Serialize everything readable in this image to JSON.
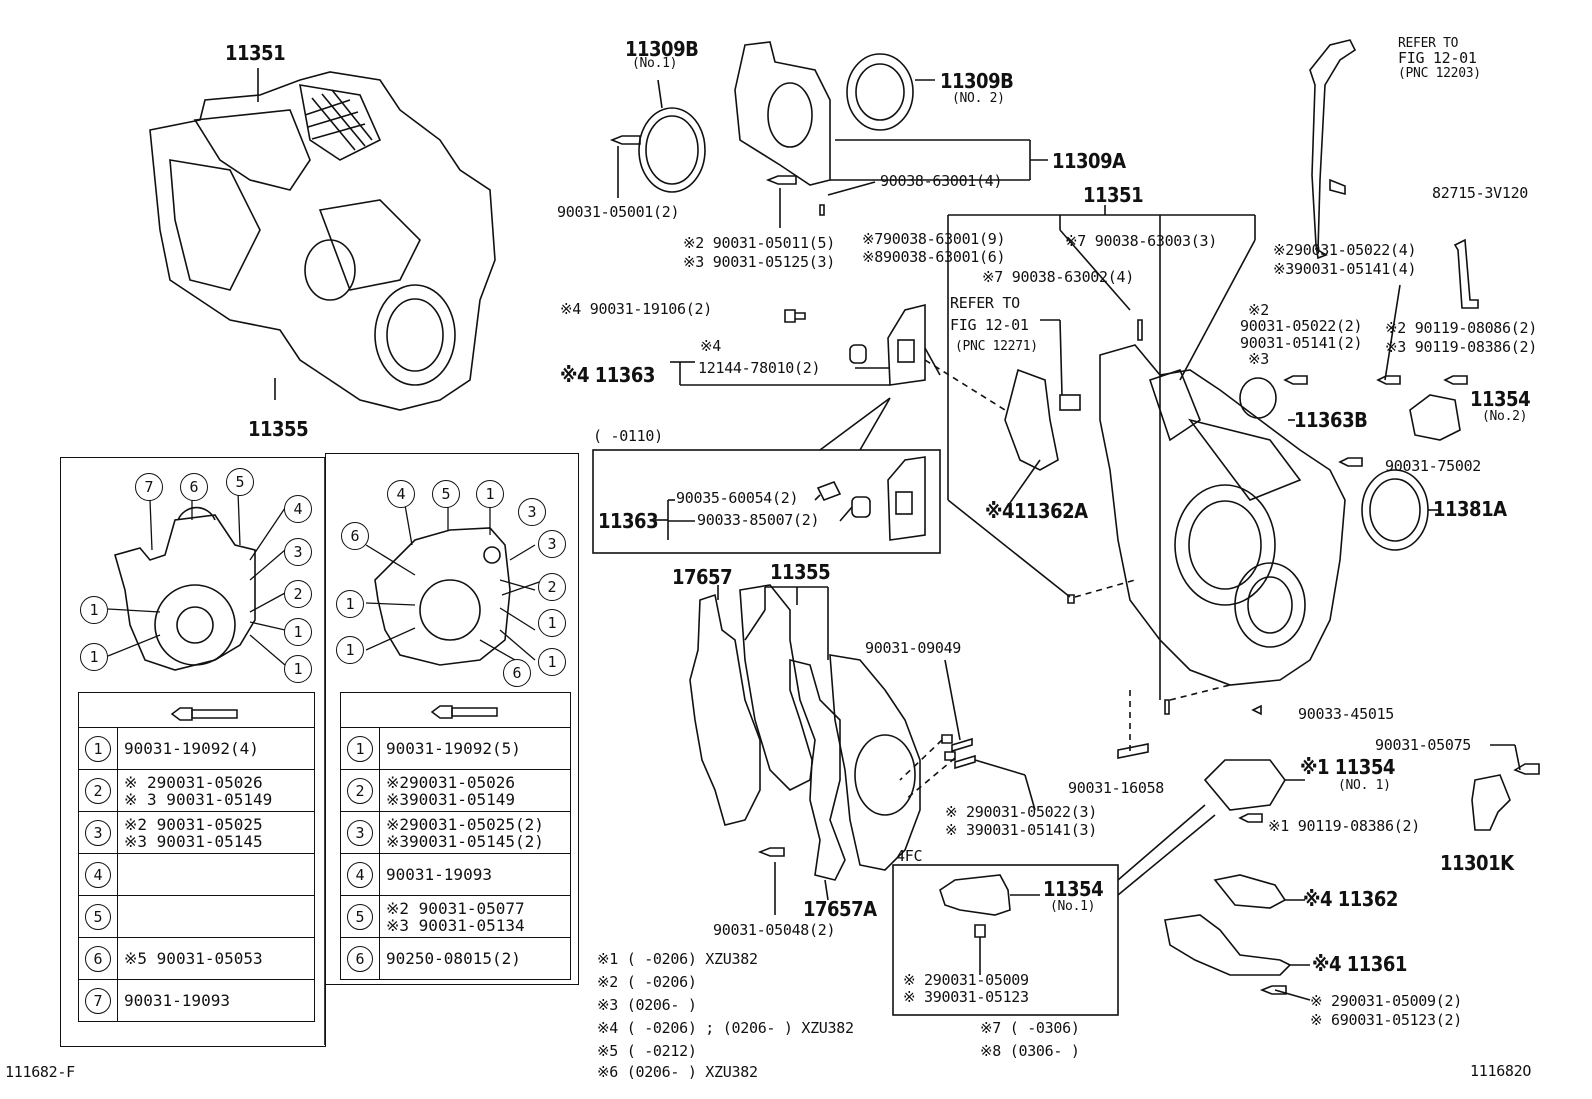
{
  "diagram_id_left": "111682-F",
  "diagram_id_right": "111682O",
  "labels": {
    "p11351_top": "11351",
    "p11355_top": "11355",
    "p11309B_a": "11309B",
    "p11309B_a_sub": "(No.1)",
    "p11309B_b": "11309B",
    "p11309B_b_sub": "(NO. 2)",
    "p11309A": "11309A",
    "b90038_63001_4": "90038-63001(4)",
    "b90031_05001": "90031-05001(2)",
    "b05011": "※2 90031-05011(5)",
    "b05125": "※3 90031-05125(3)",
    "p11351_mid": "11351",
    "b63001_9": "※790038-63001(9)",
    "b63001_6": "※890038-63001(6)",
    "b63003": "※7 90038-63003(3)",
    "b63002": "※7 90038-63002(4)",
    "refer_top_1": "REFER TO",
    "refer_top_2": "FIG 12-01",
    "refer_top_3": "(PNC 12203)",
    "p82715": "82715-3V120",
    "b05022_4": "※290031-05022(4)",
    "b05141_4": "※390031-05141(4)",
    "b19106": "※4  90031-19106(2)",
    "refer_mid_1": "REFER TO",
    "refer_mid_2": "FIG 12-01",
    "refer_mid_3": "(PNC 12271)",
    "m4_a": "※4",
    "p11363_a": "※4 11363",
    "p12144": "12144-78010(2)",
    "r_m2": "※2",
    "r_05022_2": "90031-05022(2)",
    "r_05141_2": "90031-05141(2)",
    "r_m3": "※3",
    "r_08086": "※2  90119-08086(2)",
    "r_08386": "※3  90119-08386(2)",
    "p11354_no2": "11354",
    "p11354_no2_sub": "(No.2)",
    "p11363B": "11363B",
    "range_0110": "(        -0110)",
    "p11363_b": "11363",
    "p90035": "90035-60054(2)",
    "p90033_85007": "90033-85007(2)",
    "b75002": "90031-75002",
    "p11381A": "11381A",
    "p11362A": "※411362A",
    "p17657": "17657",
    "p11355_mid": "11355",
    "b09049": "90031-09049",
    "b45015": "90033-45015",
    "b16058": "90031-16058",
    "b05075": "90031-05075",
    "p11354_no1": "※1  11354",
    "p11354_no1_sub": "(NO. 1)",
    "b08386_2": "※1  90119-08386(2)",
    "p11301K": "11301K",
    "b05022_3": "※ 290031-05022(3)",
    "b05141_3": "※ 390031-05141(3)",
    "p17657A": "17657A",
    "b05048": "90031-05048(2)",
    "fc_label": "4FC",
    "p11354_fc": "11354",
    "p11354_fc_sub": "(No.1)",
    "fc_05009": "※ 290031-05009",
    "fc_05123": "※ 390031-05123",
    "p11362": "※4 11362",
    "p11361": "※4  11361",
    "r_05009_2": "※ 290031-05009(2)",
    "r_05123_2": "※ 690031-05123(2)"
  },
  "notes": [
    "※1 (       -0206) XZU382",
    "※2 (       -0206)",
    "※3 (0206-       )",
    "※4 (       -0206) ; (0206-       ) XZU382",
    "※5 (       -0212)",
    "※6 (0206-       ) XZU382"
  ],
  "notes_right": [
    "※7 (        -0306)",
    "※8 (0306-        )"
  ],
  "left_panel_callouts": [
    "7",
    "6",
    "5",
    "4",
    "3",
    "2",
    "1",
    "1",
    "1",
    "1"
  ],
  "right_panel_callouts": [
    "4",
    "5",
    "1",
    "3",
    "6",
    "3",
    "1",
    "2",
    "1",
    "1",
    "1",
    "6"
  ],
  "bolt_table_left": [
    {
      "n": "1",
      "lines": [
        "90031-19092(4)"
      ]
    },
    {
      "n": "2",
      "lines": [
        "※ 290031-05026",
        "※ 3 90031-05149"
      ]
    },
    {
      "n": "3",
      "lines": [
        "※2 90031-05025",
        "※3 90031-05145"
      ]
    },
    {
      "n": "4",
      "lines": [
        ""
      ]
    },
    {
      "n": "5",
      "lines": [
        ""
      ]
    },
    {
      "n": "6",
      "lines": [
        "※5 90031-05053"
      ]
    },
    {
      "n": "7",
      "lines": [
        "90031-19093"
      ]
    }
  ],
  "bolt_table_right": [
    {
      "n": "1",
      "lines": [
        "90031-19092(5)"
      ]
    },
    {
      "n": "2",
      "lines": [
        "※290031-05026",
        "※390031-05149"
      ]
    },
    {
      "n": "3",
      "lines": [
        "※290031-05025(2)",
        "※390031-05145(2)"
      ]
    },
    {
      "n": "4",
      "lines": [
        "90031-19093"
      ]
    },
    {
      "n": "5",
      "lines": [
        "※2 90031-05077",
        "※3 90031-05134"
      ]
    },
    {
      "n": "6",
      "lines": [
        "90250-08015(2)"
      ]
    }
  ]
}
